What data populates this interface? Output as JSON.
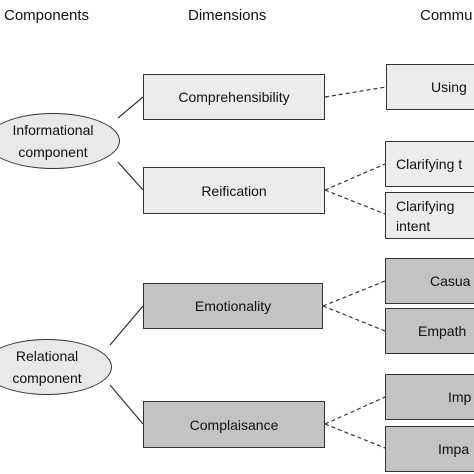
{
  "headers": {
    "components": "Components",
    "dimensions": "Dimensions",
    "strategies": "Commu"
  },
  "components": [
    {
      "label": "Informational\ncomponent"
    },
    {
      "label": "Relational\ncomponent"
    }
  ],
  "dimensions": [
    {
      "label": "Comprehensibility"
    },
    {
      "label": "Reification"
    },
    {
      "label": "Emotionality"
    },
    {
      "label": "Complaisance"
    }
  ],
  "strategies": [
    {
      "label": "Using"
    },
    {
      "label": "Clarifying t"
    },
    {
      "label": "Clarifying\nintent"
    },
    {
      "label": "Casua"
    },
    {
      "label": "Empath"
    },
    {
      "label": "Imp"
    },
    {
      "label": "Impa"
    }
  ],
  "colors": {
    "informational_fill": "#ececec",
    "relational_fill": "#c3c3c3",
    "ellipse_fill": "#e9e9e9",
    "line": "#333333"
  }
}
